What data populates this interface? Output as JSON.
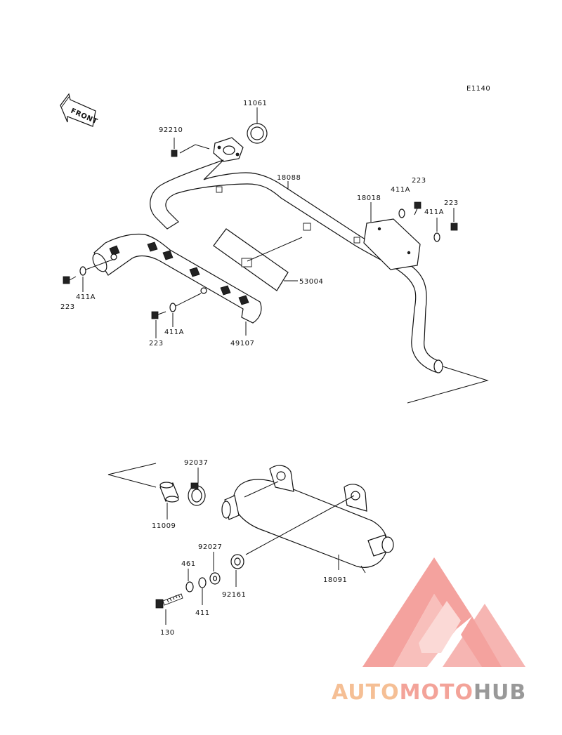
{
  "diagram_code": "E1140",
  "front_label": "FRONT",
  "labels": {
    "p11061": "11061",
    "p92210": "92210",
    "p18088": "18088",
    "p223_a": "223",
    "p411A_a": "411A",
    "p18018": "18018",
    "p223_b": "223",
    "p411A_b": "411A",
    "p53004": "53004",
    "p411A_c": "411A",
    "p223_c": "223",
    "p411A_d": "411A",
    "p223_d": "223",
    "p49107": "49107",
    "p92037": "92037",
    "p11009": "11009",
    "p92027": "92027",
    "p461": "461",
    "p411": "411",
    "p92161": "92161",
    "p18091": "18091",
    "p130": "130"
  },
  "watermark": {
    "part1": "AUTO",
    "part2": "MOTO",
    "part3": "HUB",
    "color1": "#f4b98a",
    "color2": "#f29a8f",
    "color3": "#8f8f8f"
  }
}
